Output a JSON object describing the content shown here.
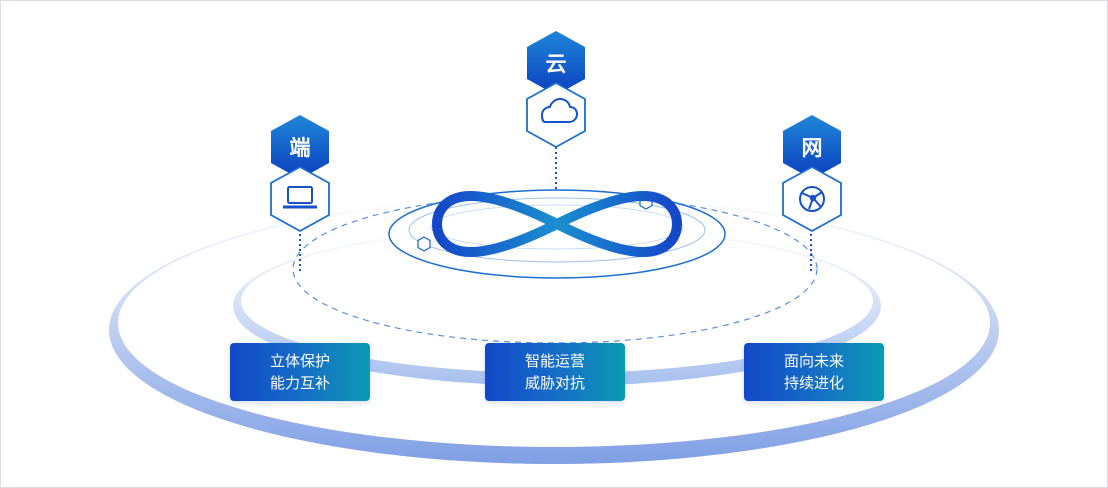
{
  "pillars": [
    {
      "label": "端",
      "icon": "laptop-icon"
    },
    {
      "label": "云",
      "icon": "cloud-icon"
    },
    {
      "label": "网",
      "icon": "globe-network-icon"
    }
  ],
  "cards": [
    {
      "line1": "立体保护",
      "line2": "能力互补"
    },
    {
      "line1": "智能运营",
      "line2": "威胁对抗"
    },
    {
      "line1": "面向未来",
      "line2": "持续进化"
    }
  ],
  "colors": {
    "hex_dark": "#1150c4",
    "hex_light": "#1aa0d6",
    "ring_outer": "#8fb0ea",
    "infinity": "#1554cf",
    "card_start": "#1149c9",
    "card_end": "#0b9bb3"
  },
  "center_icon": "infinity-icon"
}
